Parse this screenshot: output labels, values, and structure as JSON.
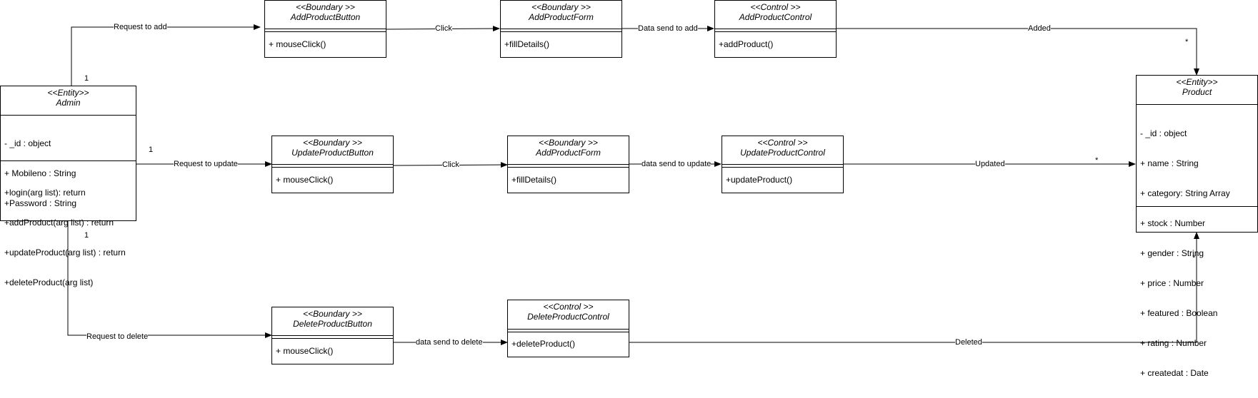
{
  "classes": {
    "admin": {
      "stereotype": "<<Entity>>",
      "name": "Admin",
      "attributes": [
        "- _id : object",
        "+ Mobileno : String",
        "+Password : String"
      ],
      "operations": [
        "+login(arg list): return",
        "+addProduct(arg list) : return",
        "+updateProduct(arg list) : return",
        "+deleteProduct(arg list)"
      ]
    },
    "add_button": {
      "stereotype": "<<Boundary >>",
      "name": "AddProductButton",
      "operations": [
        "+ mouseClick()"
      ]
    },
    "add_form": {
      "stereotype": "<<Boundary >>",
      "name": "AddProductForm",
      "operations": [
        "+fillDetails()"
      ]
    },
    "add_control": {
      "stereotype": "<<Control >>",
      "name": "AddProductControl",
      "operations": [
        "+addProduct()"
      ]
    },
    "update_button": {
      "stereotype": "<<Boundary >>",
      "name": "UpdateProductButton",
      "operations": [
        "+ mouseClick()"
      ]
    },
    "update_form": {
      "stereotype": "<<Boundary >>",
      "name": "AddProductForm",
      "operations": [
        "+fillDetails()"
      ]
    },
    "update_control": {
      "stereotype": "<<Control >>",
      "name": "UpdateProductControl",
      "operations": [
        "+updateProduct()"
      ]
    },
    "delete_button": {
      "stereotype": "<<Boundary >>",
      "name": "DeleteProductButton",
      "operations": [
        "+ mouseClick()"
      ]
    },
    "delete_control": {
      "stereotype": "<<Control >>",
      "name": "DeleteProductControl",
      "operations": [
        "+deleteProduct()"
      ]
    },
    "product": {
      "stereotype": "<<Entity>>",
      "name": "Product",
      "attributes": [
        "- _id : object",
        "+ name : String",
        "+ category: String Array",
        "+ stock : Number",
        "+ gender : String",
        "+ price : Number",
        "+ featured : Boolean",
        "+ rating : Number",
        "+ createdat : Date"
      ],
      "operations": []
    }
  },
  "edge_labels": {
    "request_add": "Request to add",
    "click_add": "Click",
    "data_add": "Data send to add",
    "added": "Added",
    "request_update": "Request to update",
    "click_update": "Click",
    "data_update": "data send to update",
    "updated": "Updated",
    "request_delete": "Request to delete",
    "data_delete": "data send to  delete",
    "deleted": "Deleted"
  },
  "multiplicities": {
    "admin_add": "1",
    "admin_update": "1",
    "admin_delete": "1",
    "product_add": "*",
    "product_update": "*",
    "product_delete": "*"
  }
}
